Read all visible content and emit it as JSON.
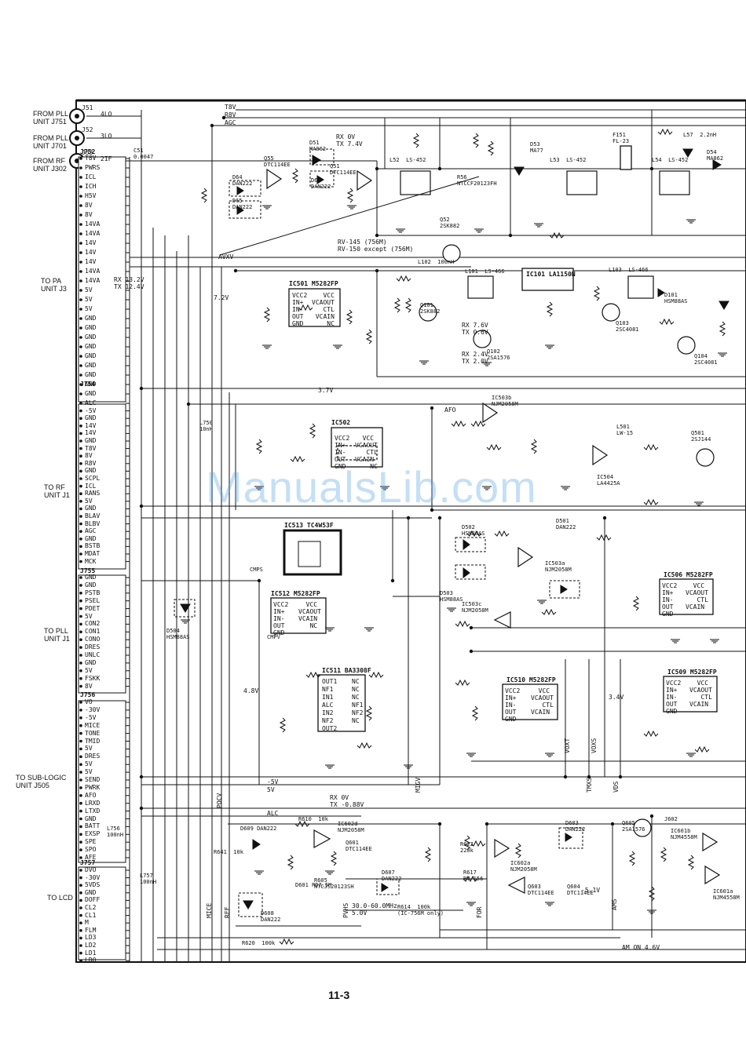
{
  "page_number": "11-3",
  "watermark": "ManualsLib.com",
  "connectors": [
    {
      "name": "J752",
      "pins": [
        "T8V",
        "PWRS",
        "ICL",
        "ICH",
        "H5V",
        "8V",
        "8V",
        "14VA",
        "14VA",
        "14V",
        "14V",
        "14V",
        "14VA",
        "14VA",
        "5V",
        "5V",
        "5V",
        "GND",
        "GND",
        "GND",
        "GND",
        "GND",
        "GND",
        "GND",
        "GND",
        "GND"
      ]
    },
    {
      "name": "J754",
      "pins": [
        "ALC",
        "-5V",
        "GND",
        "14V",
        "14V",
        "GND",
        "T8V",
        "8V",
        "R8V",
        "GND",
        "SCPL",
        "ICL",
        "RANS",
        "5V",
        "GND",
        "BLAV",
        "BLBV",
        "AGC",
        "GND",
        "BSTB",
        "MDAT",
        "MCK"
      ]
    },
    {
      "name": "J755",
      "pins": [
        "GND",
        "GND",
        "PSTB",
        "PSEL",
        "PDET",
        "5V",
        "CON2",
        "CON1",
        "CONO",
        "DRES",
        "UNLC",
        "GND",
        "5V",
        "FSKK",
        "8V"
      ]
    },
    {
      "name": "J756",
      "pins": [
        "VO",
        "-30V",
        "-5V",
        "MICE",
        "TONE",
        "TMID",
        "5V",
        "DRES",
        "5V",
        "5V",
        "SEND",
        "PWRK",
        "AFO",
        "LRXD",
        "LTXD",
        "GND",
        "BATT",
        "EXSP",
        "SPE",
        "SPO",
        "AFE"
      ]
    },
    {
      "name": "J757",
      "pins": [
        "DVO",
        "-30V",
        "5VDS",
        "GND",
        "DOFF",
        "CL2",
        "CL1",
        "M",
        "FLM",
        "LD3",
        "LD2",
        "LD1",
        "LD0"
      ]
    }
  ],
  "left_labels": {
    "from_pll_j751": "FROM PLL\nUNIT J751",
    "from_pll_j701": "FROM PLL\nUNIT J701",
    "from_rf_j302": "FROM RF\nUNIT J302",
    "to_pa": "TO PA\nUNIT J3",
    "to_rf": "TO RF\nUNIT J1",
    "to_pll": "TO PLL\nUNIT J1",
    "to_sublogic": "TO SUB-LOGIC\nUNIT J505",
    "to_lcd": "TO LCD"
  },
  "top_jacks": [
    {
      "name": "J51",
      "sig": "4LO"
    },
    {
      "name": "J52",
      "sig": "3LO"
    },
    {
      "name": "J53",
      "sig": "2IF"
    }
  ],
  "rails": [
    "T8V",
    "R8V",
    "AGC"
  ],
  "ics": [
    {
      "ref": "IC501",
      "part": "M5282FP",
      "pins": [
        "VCC2",
        "IN+",
        "OUT",
        "GND",
        "VCC",
        "VCAOUT",
        "CTL",
        "VCAIN",
        "NC"
      ]
    },
    {
      "ref": "IC502",
      "part": "M5282FP",
      "pins": [
        "VCC2",
        "IN+",
        "IN-",
        "OUT",
        "GND",
        "VCC",
        "VCAOUT",
        "CTL",
        "VCAIN",
        "NC"
      ]
    },
    {
      "ref": "IC512",
      "part": "M5282FP",
      "pins": [
        "VCC2",
        "IN+",
        "IN-",
        "OUT",
        "GND",
        "VCC",
        "VCAOUT",
        "VCAIN",
        "NC"
      ]
    },
    {
      "ref": "IC511",
      "part": "BA3308F",
      "pins": [
        "OUT1",
        "NF1",
        "IN1",
        "ALC",
        "OUT2",
        "NF2",
        "IN2",
        "NC",
        "NC",
        "NC"
      ]
    },
    {
      "ref": "IC510",
      "part": "M5282FP",
      "pins": [
        "VCC2",
        "IN+",
        "IN-",
        "OUT",
        "GND",
        "VCC",
        "VCAOUT",
        "CTL",
        "VCAIN"
      ]
    },
    {
      "ref": "IC509",
      "part": "M5282FP",
      "pins": [
        "VCC2",
        "IN+",
        "IN-",
        "OUT",
        "GND",
        "VCC",
        "VCAOUT",
        "CTL",
        "VCAIN"
      ]
    },
    {
      "ref": "IC506",
      "part": "M5282FP",
      "pins": [
        "VCC2",
        "IN+",
        "IN-",
        "OUT",
        "GND",
        "VCC",
        "VCAOUT",
        "CTL",
        "VCAIN"
      ]
    },
    {
      "ref": "IC513",
      "part": "TC4W53F",
      "pins": []
    },
    {
      "ref": "IC101",
      "part": "LA1150N",
      "pins": []
    }
  ],
  "annotations": [
    {
      "id": "a1",
      "text": "RX 0V\nTX 7.4V"
    },
    {
      "id": "a2",
      "text": "RX 13.2V\nTX 12.4V"
    },
    {
      "id": "a3",
      "text": "7.2V"
    },
    {
      "id": "a4",
      "text": "3.7V"
    },
    {
      "id": "a5",
      "text": "RV-145 (756M)\nRV-150 except (756M)"
    },
    {
      "id": "a6",
      "text": "RX 7.6V\nTX 0.6V"
    },
    {
      "id": "a7",
      "text": "RX 2.4V\nTX 2.0V"
    },
    {
      "id": "a8",
      "text": "RX 0V\nTX -0.88V"
    },
    {
      "id": "a9",
      "text": "AM ON 4.6V"
    },
    {
      "id": "a10",
      "text": "30.0-60.0MHz\n5.0V"
    },
    {
      "id": "a11",
      "text": "4.8V"
    },
    {
      "id": "a12",
      "text": "3.4V"
    },
    {
      "id": "a13",
      "text": "-5.1V"
    },
    {
      "id": "a14",
      "text": "AFO"
    },
    {
      "id": "a15",
      "text": "ALC"
    },
    {
      "id": "a16",
      "text": "-5V"
    },
    {
      "id": "a17",
      "text": "5V"
    },
    {
      "id": "a18",
      "text": "AVXV"
    }
  ],
  "parts": [
    {
      "id": "p1",
      "text": "C51\n0.0047"
    },
    {
      "id": "p2",
      "text": "D51\nMA862"
    },
    {
      "id": "p3",
      "text": "Q51\nDTC114EE"
    },
    {
      "id": "p4",
      "text": "D64\nDAN222"
    },
    {
      "id": "p5",
      "text": "Q55\nDTC114EE"
    },
    {
      "id": "p6",
      "text": "D62\nDAN222"
    },
    {
      "id": "p7",
      "text": "D65\nDAN222"
    },
    {
      "id": "p8",
      "text": "L52  LS-452"
    },
    {
      "id": "p9",
      "text": "R56\nNTCCF20123FH"
    },
    {
      "id": "p10",
      "text": "Q52\n2SK882"
    },
    {
      "id": "p11",
      "text": "D53\nMA77"
    },
    {
      "id": "p12",
      "text": "L53  LS-452"
    },
    {
      "id": "p13",
      "text": "F151\nFL-23"
    },
    {
      "id": "p14",
      "text": "L54  LS-452"
    },
    {
      "id": "p15",
      "text": "D54\nMA862"
    },
    {
      "id": "p16",
      "text": "L102  100nH"
    },
    {
      "id": "p17",
      "text": "L101  LS-466"
    },
    {
      "id": "p18",
      "text": "Q101\n2SK882"
    },
    {
      "id": "p19",
      "text": "Q102\n2SA1576"
    },
    {
      "id": "p20",
      "text": "Q103\n2SC4081"
    },
    {
      "id": "p21",
      "text": "D101\nHSM88AS"
    },
    {
      "id": "p22",
      "text": "L103  LS-466"
    },
    {
      "id": "p23",
      "text": "Q104\n2SC4081"
    },
    {
      "id": "p24",
      "text": "IC503b\nNJM2058M"
    },
    {
      "id": "p25",
      "text": "L501\nLW-15"
    },
    {
      "id": "p26",
      "text": "Q501\n2SJ144"
    },
    {
      "id": "p27",
      "text": "IC504\nLA4425A"
    },
    {
      "id": "p28",
      "text": "D501\nDAN222"
    },
    {
      "id": "p29",
      "text": "D502\nHSM88AS"
    },
    {
      "id": "p30",
      "text": "D503\nHSM88AS"
    },
    {
      "id": "p31",
      "text": "IC503a\nNJM2058M"
    },
    {
      "id": "p32",
      "text": "IC503c\nNJM2058M"
    },
    {
      "id": "p33",
      "text": "D504\nHSM88AS"
    },
    {
      "id": "p34",
      "text": "L750\n10nH"
    },
    {
      "id": "p35",
      "text": "CMPS"
    },
    {
      "id": "p36",
      "text": "CMPV"
    },
    {
      "id": "p37",
      "text": "L757\n100nH"
    },
    {
      "id": "p38",
      "text": "L756\n100nH"
    },
    {
      "id": "p39",
      "text": "D609 DAN222"
    },
    {
      "id": "p40",
      "text": "IC602d\nNJM2058M"
    },
    {
      "id": "p41",
      "text": "Q601\nDTC114EE"
    },
    {
      "id": "p42",
      "text": "D607\nDAN222"
    },
    {
      "id": "p43",
      "text": "D608\nDAN222"
    },
    {
      "id": "p44",
      "text": "D601 RD7.5M"
    },
    {
      "id": "p45",
      "text": "R605\nNTCJS20123SH"
    },
    {
      "id": "p46",
      "text": "IC602a\nNJM2058M"
    },
    {
      "id": "p47",
      "text": "Q603\nDTC114EE"
    },
    {
      "id": "p48",
      "text": "Q604\nDTC114EE"
    },
    {
      "id": "p49",
      "text": "D603\nDAN222"
    },
    {
      "id": "p50",
      "text": "Q605\n2SA1576"
    },
    {
      "id": "p51",
      "text": "J602"
    },
    {
      "id": "p52",
      "text": "IC601b\nNJM4558M"
    },
    {
      "id": "p53",
      "text": "IC601a\nNJM4558M"
    },
    {
      "id": "p54",
      "text": "R620  100k"
    },
    {
      "id": "p55",
      "text": "R614  100k\n(IC-756M only)"
    },
    {
      "id": "p56",
      "text": "R617\nRV-156"
    },
    {
      "id": "p57",
      "text": "R622\n220k"
    },
    {
      "id": "p58",
      "text": "R610  10k"
    },
    {
      "id": "p59",
      "text": "R641  10k"
    },
    {
      "id": "p60",
      "text": "L57  2.2nH"
    }
  ],
  "net_labels": [
    "MICE",
    "REF",
    "PVHS",
    "FOR",
    "AMS",
    "VOXS",
    "VOXT",
    "MIGV",
    "POCV",
    "TMXS",
    "VDS"
  ]
}
